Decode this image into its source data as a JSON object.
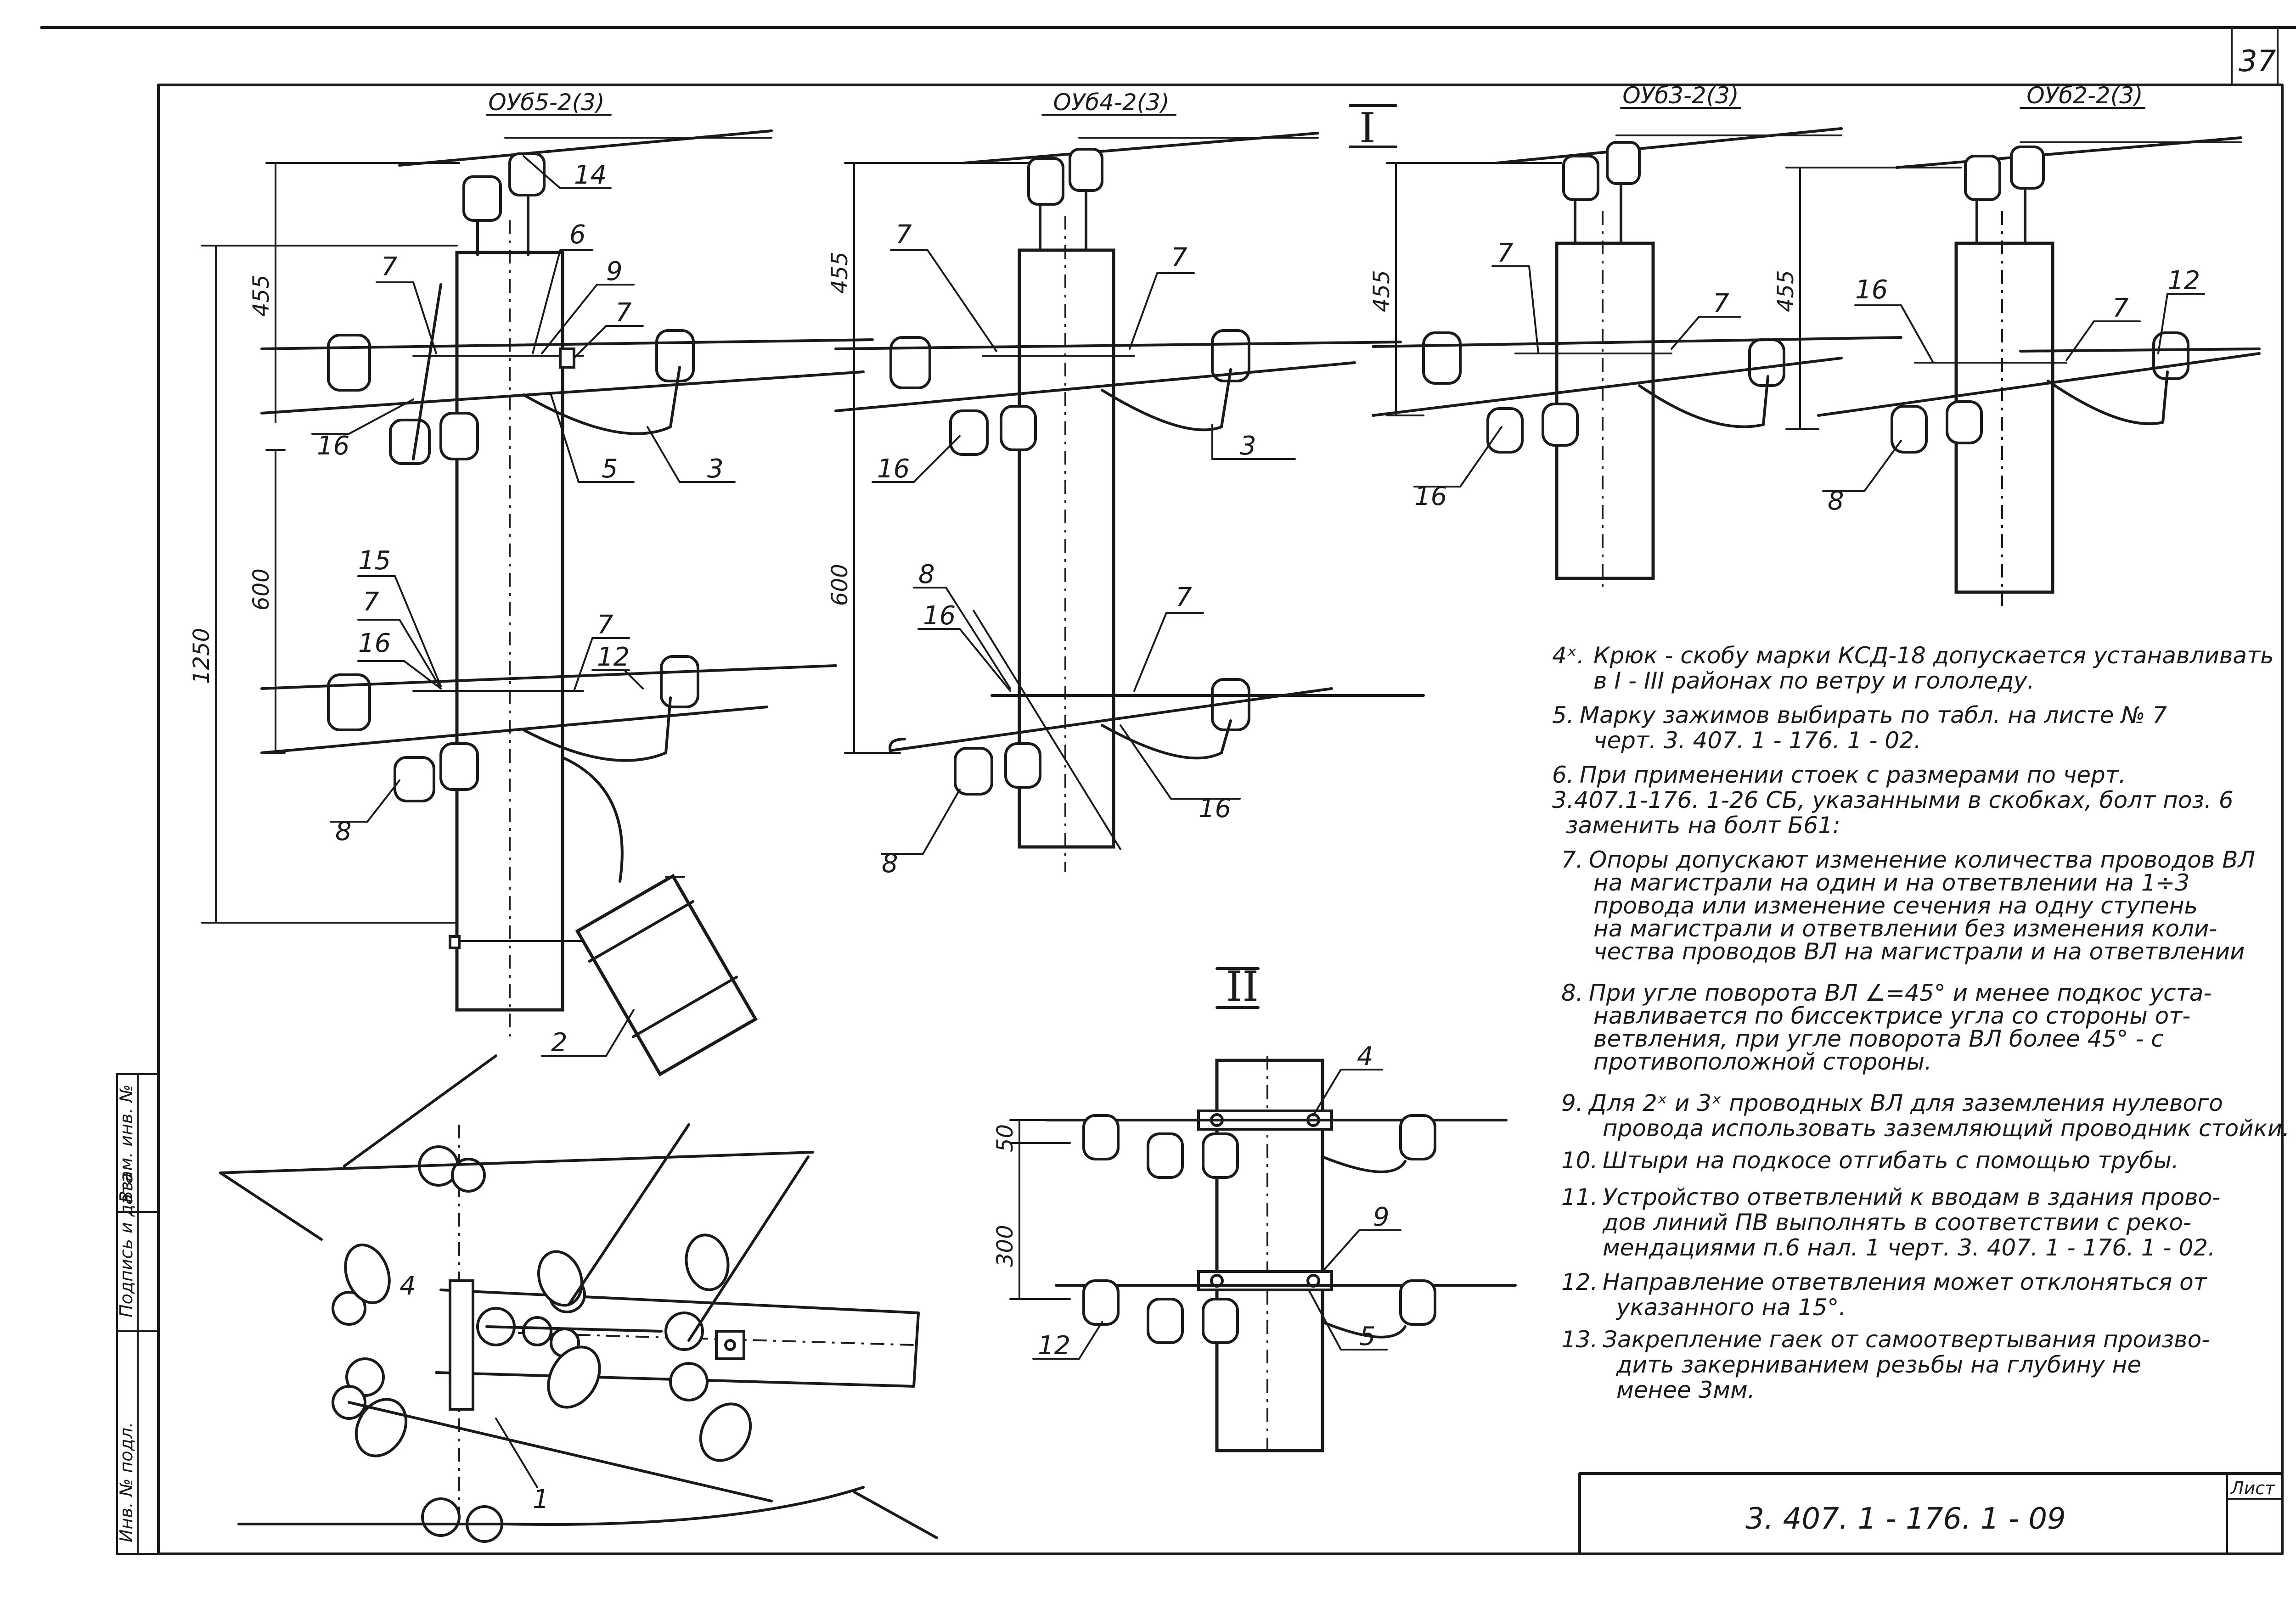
{
  "sheet": {
    "page_number": "37",
    "document_code": "3. 407. 1 - 176. 1 - 09",
    "sheet_label": "Лист"
  },
  "views": {
    "top": [
      {
        "title": "ОУб5-2(3)"
      },
      {
        "title": "ОУб4-2(3)"
      },
      {
        "title": "ОУб3-2(3)"
      },
      {
        "title": "ОУб2-2(3)"
      }
    ],
    "section_I": "I",
    "section_II": "II"
  },
  "dimensions": {
    "d455": "455",
    "d600": "600",
    "d1250": "1250",
    "d50": "50",
    "d300": "300"
  },
  "callouts": {
    "v1": [
      "14",
      "6",
      "9",
      "7",
      "7",
      "16",
      "5",
      "3",
      "15",
      "7",
      "16",
      "7",
      "12",
      "8",
      "2"
    ],
    "v2": [
      "7",
      "7",
      "16",
      "3",
      "8",
      "16",
      "7",
      "16",
      "8"
    ],
    "v3": [
      "7",
      "7",
      "16"
    ],
    "v4": [
      "16",
      "7",
      "12",
      "8"
    ],
    "plan": [
      "4",
      "1"
    ],
    "secII": [
      "4",
      "9",
      "12",
      "5"
    ]
  },
  "notes": [
    {
      "num": "4ˣ.",
      "lines": [
        "Крюк - скобу марки КСД-18 допускается устанавливать",
        "в I - III районах по ветру и гололеду."
      ]
    },
    {
      "num": "5.",
      "lines": [
        "Марку зажимов выбирать по табл. на листе № 7",
        "черт. 3. 407. 1 - 176. 1 - 02."
      ]
    },
    {
      "num": "6.",
      "lines": [
        "При применении стоек с размерами по черт.",
        "3.407.1-176. 1-26 СБ, указанными в скобках, болт поз. 6",
        "заменить на болт Б61:"
      ]
    },
    {
      "num": "7.",
      "lines": [
        "Опоры допускают изменение количества проводов ВЛ",
        "на магистрали на один и на ответвлении на 1÷3",
        "провода или изменение сечения на одну ступень",
        "на магистрали и ответвлении без изменения коли-",
        "чества проводов ВЛ на магистрали и на ответвлении"
      ]
    },
    {
      "num": "8.",
      "lines": [
        "При угле поворота ВЛ ∠=45° и менее подкос уста-",
        "навливается по биссектрисе угла со стороны от-",
        "ветвления, при угле поворота ВЛ более 45° - с",
        "противоположной стороны."
      ]
    },
    {
      "num": "9.",
      "lines": [
        "Для 2ˣ и 3ˣ проводных ВЛ для заземления нулевого",
        "провода использовать заземляющий проводник стойки."
      ]
    },
    {
      "num": "10.",
      "lines": [
        "Штыри на подкосе отгибать с помощью трубы."
      ]
    },
    {
      "num": "11.",
      "lines": [
        "Устройство ответвлений к вводам в здания прово-",
        "дов линий ПВ выполнять в соответствии с реко-",
        "мендациями п.6 нал. 1 черт. 3. 407. 1 - 176. 1 - 02."
      ]
    },
    {
      "num": "12.",
      "lines": [
        "Направление ответвления может отклоняться от",
        "указанного на 15°."
      ]
    },
    {
      "num": "13.",
      "lines": [
        "Закрепление гаек от самоотвертывания произво-",
        "дить закерниванием резьбы на глубину не",
        "менее 3мм."
      ]
    }
  ],
  "side_stamp": [
    "Инв. № подл.",
    "Подпись и дата",
    "Взам. инв. №"
  ]
}
